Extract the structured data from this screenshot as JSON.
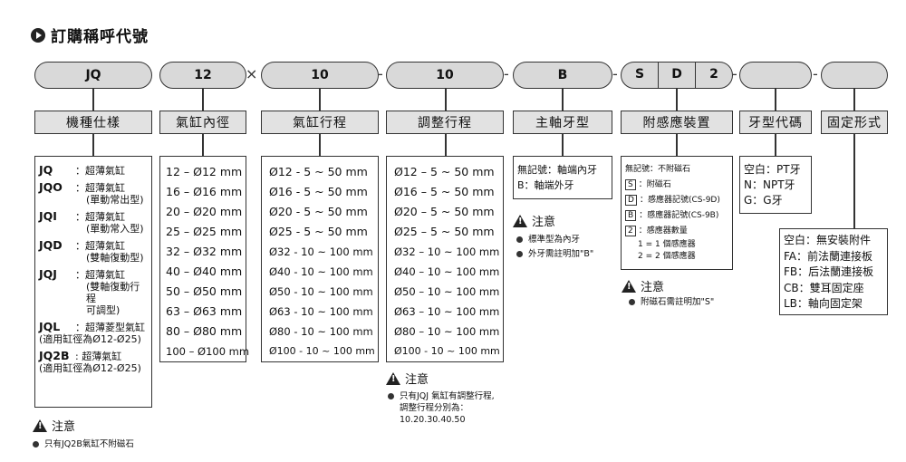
{
  "title": "訂購稱呼代號",
  "pills": {
    "p1": "JQ",
    "p2": "12",
    "p3": "10",
    "p4": "10",
    "p5": "B",
    "p6a": "S",
    "p6b": "D",
    "p6c": "2",
    "p7": "",
    "p8": ""
  },
  "separators": {
    "x": "×",
    "dash": "-"
  },
  "headers": {
    "h1": "機種仕樣",
    "h2": "氣缸內徑",
    "h3": "氣缸行程",
    "h4": "調整行程",
    "h5": "主軸牙型",
    "h6": "附感應裝置",
    "h7": "牙型代碼",
    "h8": "固定形式"
  },
  "models": [
    {
      "code": "JQ",
      "desc": "：超薄氣缸",
      "sub": ""
    },
    {
      "code": "JQO",
      "desc": "：超薄氣缸",
      "sub": "(單動常出型)"
    },
    {
      "code": "JQI",
      "desc": "：超薄氣缸",
      "sub": "(單動常入型)"
    },
    {
      "code": "JQD",
      "desc": "：超薄氣缸",
      "sub": "(雙軸復動型)"
    },
    {
      "code": "JQJ",
      "desc": "：超薄氣缸",
      "sub": "(雙軸復動行程"
    },
    {
      "code": "",
      "desc": "",
      "sub": "可調型)"
    },
    {
      "code": "JQL",
      "desc": "：超薄菱型氣缸",
      "sub": ""
    },
    {
      "code": "",
      "desc": "(適用缸徑為Ø12-Ø25)",
      "sub": ""
    },
    {
      "code": "JQ2B",
      "desc": ": 超薄氣缸",
      "sub": ""
    },
    {
      "code": "",
      "desc": "(適用缸徑為Ø12-Ø25)",
      "sub": ""
    }
  ],
  "bores": [
    "12 – Ø12 mm",
    "16 – Ø16 mm",
    "20 – Ø20 mm",
    "25 – Ø25 mm",
    "32 – Ø32 mm",
    "40 – Ø40 mm",
    "50 – Ø50 mm",
    "63 – Ø63 mm",
    "80 – Ø80 mm",
    "100 – Ø100 mm"
  ],
  "strokes": [
    "Ø12 - 5 ~ 50 mm",
    "Ø16 - 5 ~ 50 mm",
    "Ø20 - 5 ~ 50 mm",
    "Ø25 - 5 ~ 50 mm",
    "Ø32 - 10 ~ 100 mm",
    "Ø40 - 10 ~ 100 mm",
    "Ø50 - 10 ~ 100 mm",
    "Ø63 - 10 ~ 100 mm",
    "Ø80 - 10 ~ 100 mm",
    "Ø100 - 10 ~ 100 mm"
  ],
  "adjust": [
    "Ø12 – 5 ~ 50 mm",
    "Ø16 – 5 ~ 50 mm",
    "Ø20 – 5 ~ 50 mm",
    "Ø25 – 5 ~ 50 mm",
    "Ø32 – 10 ~ 100 mm",
    "Ø40 – 10 ~ 100 mm",
    "Ø50 – 10 ~ 100 mm",
    "Ø63 – 10 ~ 100 mm",
    "Ø80 – 10 ~ 100 mm",
    "Ø100 - 10 ~ 100 mm"
  ],
  "thread": [
    "無記號：軸端內牙",
    "B：軸端外牙"
  ],
  "sensor": {
    "line0": "無記號：不附磁石",
    "items": [
      {
        "tag": "S",
        "text": "：附磁石"
      },
      {
        "tag": "D",
        "text": "：感應器記號(CS-9D)"
      },
      {
        "tag": "B",
        "text": "：感應器記號(CS-9B)"
      },
      {
        "tag": "2",
        "text": "：感應器數量"
      }
    ],
    "q1": "1 = 1 個感應器",
    "q2": "2 = 2 個感應器"
  },
  "thread_code": [
    "空白：PT牙",
    "N：NPT牙",
    "G：G牙"
  ],
  "mounting": [
    "空白：無安裝附件",
    "FA：前法蘭連接板",
    "FB：后法蘭連接板",
    "CB：雙耳固定座",
    "LB：軸向固定架"
  ],
  "notes": {
    "label": "注意",
    "n1": "只有JQ2B氣缸不附磁石",
    "n2a": "只有JQJ 氣缸有調整行程,",
    "n2b": "調整行程分別為：",
    "n2c": "10.20.30.40.50",
    "n3a": "標準型為內牙",
    "n3b": "外牙需註明加\"B\"",
    "n4": "附磁石需註明加\"S\""
  }
}
